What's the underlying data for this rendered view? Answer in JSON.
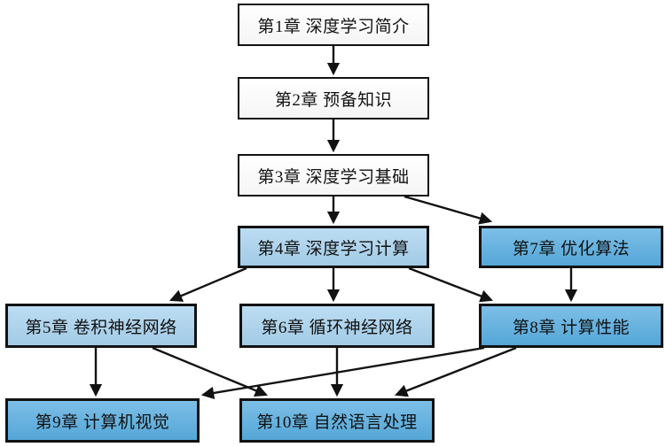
{
  "diagram": {
    "type": "flowchart",
    "direction": "top-down",
    "nodes": {
      "ch1": {
        "label": "第1章 深度学习简介",
        "fill": "white"
      },
      "ch2": {
        "label": "第2章 预备知识",
        "fill": "white"
      },
      "ch3": {
        "label": "第3章 深度学习基础",
        "fill": "white"
      },
      "ch4": {
        "label": "第4章 深度学习计算",
        "fill": "light_blue"
      },
      "ch5": {
        "label": "第5章 卷积神经网络",
        "fill": "light_blue"
      },
      "ch6": {
        "label": "第6章 循环神经网络",
        "fill": "light_blue"
      },
      "ch7": {
        "label": "第7章 优化算法",
        "fill": "medium_blue"
      },
      "ch8": {
        "label": "第8章 计算性能",
        "fill": "medium_blue"
      },
      "ch9": {
        "label": "第9章 计算机视觉",
        "fill": "medium_blue"
      },
      "ch10": {
        "label": "第10章 自然语言处理",
        "fill": "medium_blue"
      }
    },
    "edges": [
      {
        "from": "ch1",
        "to": "ch2"
      },
      {
        "from": "ch2",
        "to": "ch3"
      },
      {
        "from": "ch3",
        "to": "ch4"
      },
      {
        "from": "ch3",
        "to": "ch7"
      },
      {
        "from": "ch4",
        "to": "ch5"
      },
      {
        "from": "ch4",
        "to": "ch6"
      },
      {
        "from": "ch4",
        "to": "ch8"
      },
      {
        "from": "ch7",
        "to": "ch8"
      },
      {
        "from": "ch5",
        "to": "ch9"
      },
      {
        "from": "ch5",
        "to": "ch10"
      },
      {
        "from": "ch6",
        "to": "ch10"
      },
      {
        "from": "ch8",
        "to": "ch9"
      },
      {
        "from": "ch8",
        "to": "ch10"
      }
    ],
    "colors": {
      "white": "#ffffff",
      "light_blue": "#a9d3ef",
      "medium_blue": "#58ade0",
      "border": "#121212",
      "arrow": "#121212",
      "text": "#121212",
      "background": "#ffffff"
    }
  }
}
